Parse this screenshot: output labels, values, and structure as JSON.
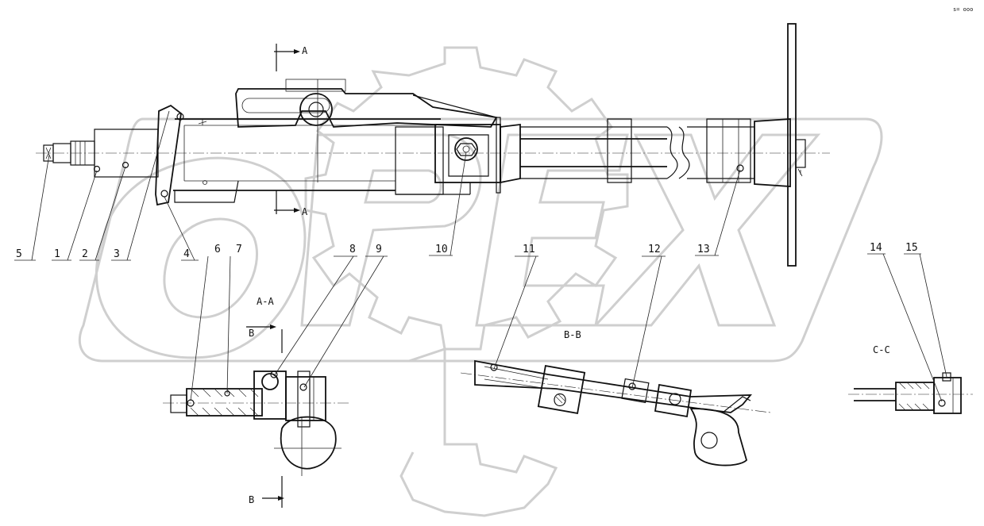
{
  "watermark": {
    "text": "OPEX",
    "gear": "gear-watermark"
  },
  "corner_note": "s= ooo",
  "part_labels": [
    "5",
    "1",
    "2",
    "3",
    "4",
    "6",
    "7",
    "8",
    "9",
    "10",
    "11",
    "12",
    "13",
    "14",
    "15"
  ],
  "section_marks": {
    "a_top": "A",
    "a_bottom": "A",
    "b_top": "B",
    "b_bottom": "B"
  },
  "section_titles": {
    "aa": "A-A",
    "bb": "B-B",
    "cc": "C-C"
  },
  "colors": {
    "line": "#111111",
    "watermark": "#cfcfcf",
    "background": "#ffffff"
  }
}
